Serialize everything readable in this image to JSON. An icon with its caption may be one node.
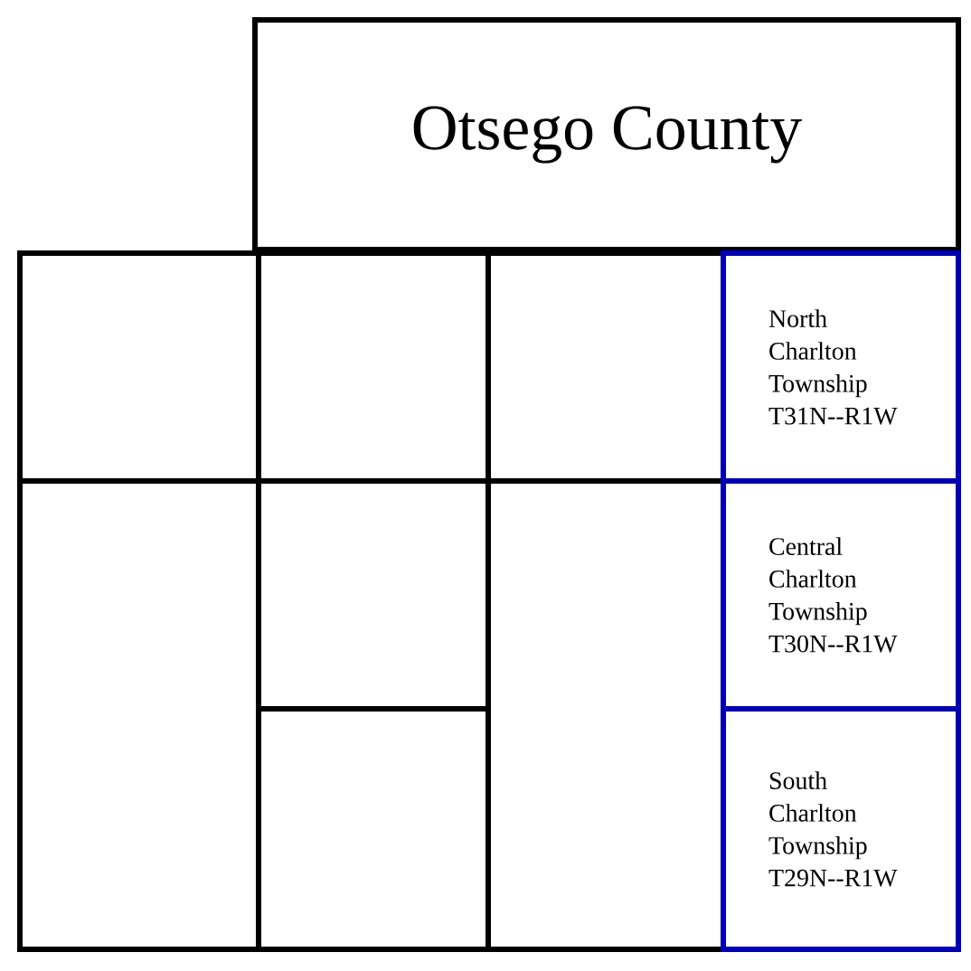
{
  "diagram": {
    "nodes": [
      {
        "text": [
          "Otsego County"
        ]
      },
      {
        "text": [],
        "shape": "box"
      },
      {
        "text": [],
        "shape": "box"
      },
      {
        "text": [],
        "shape": "box"
      },
      {
        "text": [
          "North Charlton Township T31N--R1W"
        ]
      },
      {
        "text": [],
        "shape": "box"
      },
      {
        "text": [],
        "shape": "box"
      },
      {
        "text": [],
        "shape": "box"
      },
      {
        "text": [
          "Central Charlton Township T30N--R1W"
        ]
      },
      {
        "text": [],
        "shape": "box"
      },
      {
        "text": [
          "South Charlton Township T29N--R1W"
        ]
      }
    ]
  }
}
